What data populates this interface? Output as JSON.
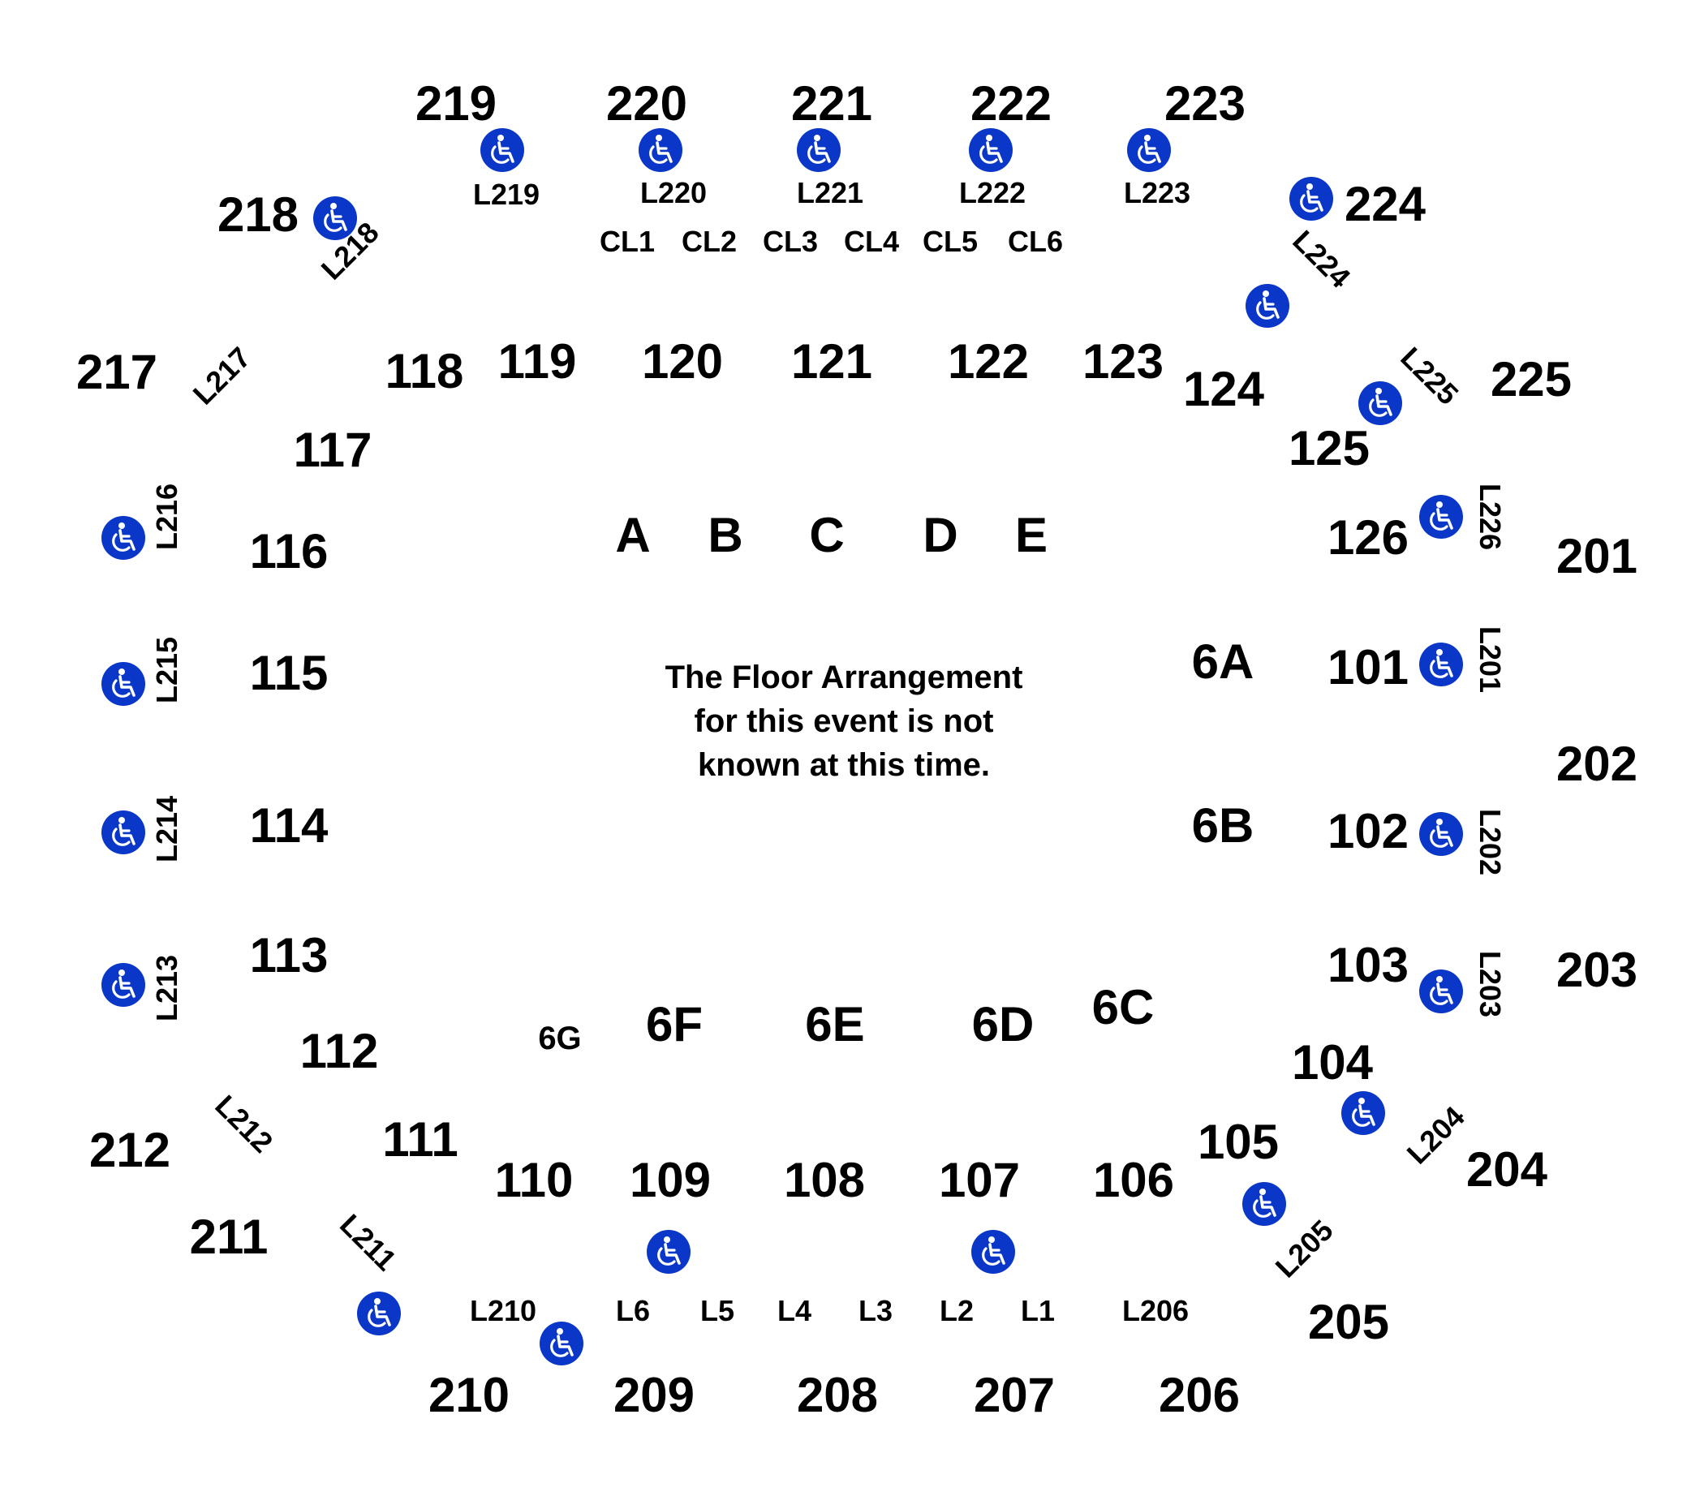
{
  "floor_note": "The Floor Arrangement for this event is not known at this time.",
  "accessible_color": "#0a37c8",
  "icon": "wheelchair-icon",
  "upper_sections": [
    "219",
    "220",
    "221",
    "222",
    "223",
    "218",
    "224",
    "217",
    "225",
    "201",
    "202",
    "203",
    "212",
    "204",
    "211",
    "205",
    "210",
    "209",
    "208",
    "207",
    "206"
  ],
  "lower_sections": [
    "118",
    "119",
    "120",
    "121",
    "122",
    "123",
    "124",
    "117",
    "125",
    "116",
    "126",
    "115",
    "101",
    "114",
    "102",
    "113",
    "103",
    "112",
    "104",
    "111",
    "105",
    "110",
    "109",
    "108",
    "107",
    "106"
  ],
  "floor_sections": [
    "A",
    "B",
    "C",
    "D",
    "E",
    "6A",
    "6B",
    "6C",
    "6D",
    "6E",
    "6F",
    "6G"
  ],
  "club_labels": [
    "CL1",
    "CL2",
    "CL3",
    "CL4",
    "CL5",
    "CL6"
  ],
  "loge_labels": [
    "L219",
    "L220",
    "L221",
    "L222",
    "L223",
    "L218",
    "L224",
    "L217",
    "L225",
    "L216",
    "L226",
    "L215",
    "L201",
    "L214",
    "L202",
    "L213",
    "L203",
    "L212",
    "L204",
    "L211",
    "L205",
    "L210",
    "L6",
    "L5",
    "L4",
    "L3",
    "L2",
    "L1",
    "L206"
  ]
}
